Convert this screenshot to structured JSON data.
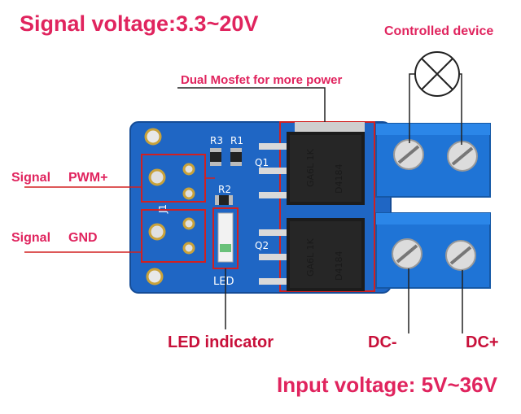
{
  "title": "Signal voltage:3.3~20V",
  "labels": {
    "controlled_device": "Controlled device",
    "dual_mosfet": "Dual Mosfet for more power",
    "signal_pwm_prefix": "Signal",
    "signal_pwm": "PWM+",
    "signal_gnd_prefix": "Signal",
    "signal_gnd": "GND",
    "led_indicator": "LED indicator",
    "dc_minus": "DC-",
    "dc_plus": "DC+",
    "input_voltage": "Input voltage: 5V~36V"
  },
  "board": {
    "silkscreen": [
      "R3",
      "R1",
      "R2",
      "Q1",
      "Q2",
      "J1",
      "LED"
    ],
    "chip_marking": [
      "GA6L 1K",
      "D4184"
    ]
  },
  "colors": {
    "accent": "#e0245e",
    "board": "#1f66c4",
    "terminal": "#1f74d6",
    "outline": "#d22020"
  }
}
